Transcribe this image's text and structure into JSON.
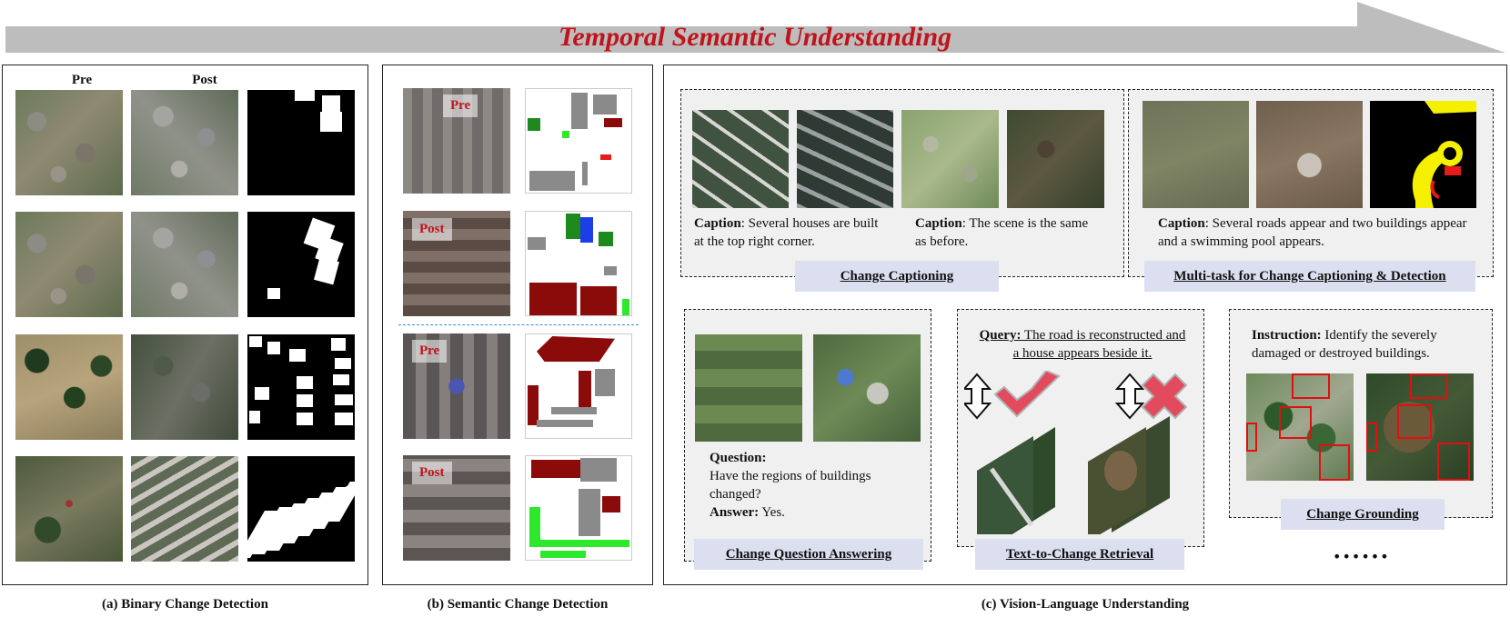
{
  "banner": {
    "title": "Temporal Semantic Understanding"
  },
  "panel_a": {
    "col_pre": "Pre",
    "col_post": "Post",
    "caption": "(a) Binary Change Detection"
  },
  "panel_b": {
    "labels": [
      "Pre",
      "Post",
      "Pre",
      "Post"
    ],
    "caption": "(b) Semantic Change Detection"
  },
  "panel_c": {
    "caption": "(c) Vision-Language Understanding",
    "change_captioning": {
      "caption1_key": "Caption",
      "caption1_text": ": Several houses are built at the top right corner.",
      "caption2_key": "Caption",
      "caption2_text": ": The scene is the same as before.",
      "tag": "Change Captioning"
    },
    "multitask": {
      "caption_key": "Caption",
      "caption_text": ": Several roads appear and two buildings appear and a swimming pool appears.",
      "tag": "Multi-task for Change Captioning & Detection"
    },
    "cqa": {
      "question_key": "Question:",
      "question_text": "Have the regions of buildings changed?",
      "answer_key": "Answer:",
      "answer_text": " Yes.",
      "tag": "Change Question Answering"
    },
    "retrieval": {
      "query_key": "Query:",
      "query_text": " The road is reconstructed and a house appears beside it.",
      "tag": "Text-to-Change Retrieval"
    },
    "grounding": {
      "instruction_key": "Instruction:",
      "instruction_text": " Identify the severely damaged or destroyed buildings.",
      "tag": "Change Grounding"
    },
    "ellipsis": "••••••"
  },
  "colors": {
    "banner_text": "#c0141c",
    "arrow": "#bdbdbd",
    "tag_bg": "#dcdff0"
  }
}
